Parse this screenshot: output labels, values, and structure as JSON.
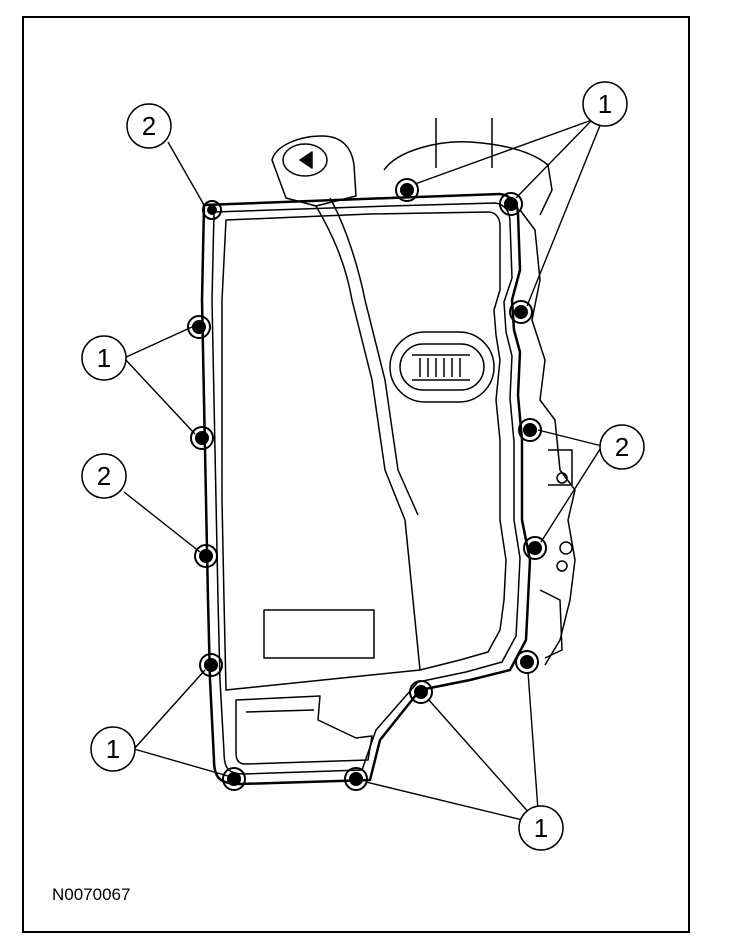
{
  "figure_id": "N0070067",
  "callouts": [
    {
      "id": "c2-top-left",
      "label": "2"
    },
    {
      "id": "c1-top-right",
      "label": "1"
    },
    {
      "id": "c1-left-upper",
      "label": "1"
    },
    {
      "id": "c2-left-mid",
      "label": "2"
    },
    {
      "id": "c2-right-mid",
      "label": "2"
    },
    {
      "id": "c1-bottom-left",
      "label": "1"
    },
    {
      "id": "c1-bottom-right",
      "label": "1"
    }
  ],
  "bolt_types": {
    "1": "type-1-bolt",
    "2": "type-2-bolt"
  },
  "colors": {
    "line": "#000000",
    "background": "#ffffff"
  }
}
